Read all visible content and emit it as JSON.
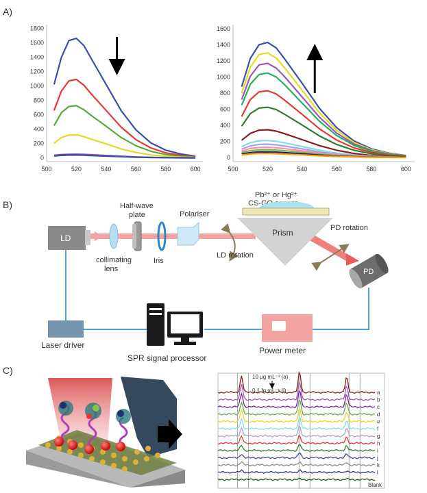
{
  "panels": {
    "a": "A)",
    "b": "B)",
    "c": "C)"
  },
  "chart_data": [
    {
      "type": "line",
      "x": [
        505,
        510,
        515,
        520,
        525,
        530,
        540,
        550,
        560,
        570,
        580,
        590,
        600
      ],
      "xticks": [
        500,
        520,
        540,
        560,
        580,
        600
      ],
      "yticks": [
        0,
        200,
        400,
        600,
        800,
        1000,
        1200,
        1400,
        1600,
        1800
      ],
      "xlim": [
        500,
        605
      ],
      "ylim": [
        -50,
        1850
      ],
      "arrow": "down",
      "series": [
        {
          "color": "#3b4fa6",
          "values": [
            1020,
            1400,
            1630,
            1660,
            1560,
            1380,
            1020,
            660,
            390,
            210,
            110,
            55,
            25
          ]
        },
        {
          "color": "#e53935",
          "values": [
            660,
            930,
            1070,
            1090,
            1010,
            890,
            660,
            430,
            255,
            140,
            72,
            36,
            18
          ]
        },
        {
          "color": "#5aa83c",
          "values": [
            450,
            630,
            715,
            725,
            670,
            590,
            440,
            285,
            170,
            93,
            48,
            24,
            12
          ]
        },
        {
          "color": "#e7d928",
          "values": [
            205,
            285,
            318,
            322,
            298,
            262,
            195,
            127,
            76,
            42,
            22,
            11,
            6
          ]
        },
        {
          "color": "#8e44ad",
          "values": [
            38,
            48,
            52,
            53,
            50,
            45,
            35,
            24,
            15,
            9,
            5,
            3,
            2
          ]
        },
        {
          "color": "#3b4fa6",
          "values": [
            28,
            36,
            40,
            40,
            38,
            34,
            26,
            18,
            11,
            7,
            4,
            2,
            1
          ]
        }
      ]
    },
    {
      "type": "line",
      "x": [
        505,
        510,
        515,
        520,
        525,
        530,
        540,
        550,
        560,
        570,
        580,
        590,
        600
      ],
      "xticks": [
        500,
        520,
        540,
        560,
        580,
        600
      ],
      "yticks": [
        0,
        200,
        400,
        600,
        800,
        1000,
        1200,
        1400,
        1600
      ],
      "xlim": [
        500,
        605
      ],
      "ylim": [
        -50,
        1650
      ],
      "arrow": "up",
      "series": [
        {
          "color": "#3b4fa6",
          "values": [
            880,
            1230,
            1400,
            1430,
            1360,
            1220,
            920,
            610,
            370,
            205,
            108,
            55,
            26
          ]
        },
        {
          "color": "#e7d928",
          "values": [
            800,
            1120,
            1280,
            1300,
            1235,
            1110,
            835,
            555,
            336,
            186,
            98,
            50,
            24
          ]
        },
        {
          "color": "#9b59b6",
          "values": [
            720,
            1010,
            1150,
            1170,
            1110,
            1000,
            750,
            500,
            302,
            168,
            88,
            45,
            22
          ]
        },
        {
          "color": "#27ae60",
          "values": [
            650,
            910,
            1030,
            1050,
            1000,
            900,
            675,
            450,
            272,
            151,
            79,
            41,
            20
          ]
        },
        {
          "color": "#e53935",
          "values": [
            510,
            720,
            815,
            830,
            790,
            710,
            535,
            356,
            215,
            120,
            63,
            32,
            16
          ]
        },
        {
          "color": "#2e7d32",
          "values": [
            390,
            545,
            615,
            625,
            595,
            535,
            403,
            268,
            162,
            90,
            47,
            24,
            12
          ]
        },
        {
          "color": "#8b1a1a",
          "values": [
            215,
            300,
            340,
            345,
            328,
            295,
            222,
            148,
            90,
            50,
            26,
            13,
            7
          ]
        },
        {
          "color": "#80deea",
          "values": [
            135,
            185,
            208,
            212,
            202,
            182,
            137,
            91,
            55,
            31,
            16,
            8,
            4
          ]
        },
        {
          "color": "#b39ddb",
          "values": [
            105,
            145,
            163,
            166,
            158,
            142,
            107,
            71,
            43,
            24,
            13,
            7,
            3
          ]
        },
        {
          "color": "#f48fb1",
          "values": [
            82,
            112,
            126,
            128,
            122,
            110,
            83,
            55,
            34,
            19,
            10,
            5,
            3
          ]
        },
        {
          "color": "#7cb342",
          "values": [
            62,
            85,
            96,
            98,
            93,
            84,
            63,
            42,
            26,
            14,
            8,
            4,
            2
          ]
        },
        {
          "color": "#1a237e",
          "values": [
            45,
            62,
            70,
            71,
            68,
            61,
            46,
            31,
            19,
            11,
            6,
            3,
            2
          ]
        },
        {
          "color": "#ff9800",
          "values": [
            32,
            44,
            50,
            51,
            48,
            43,
            33,
            22,
            14,
            8,
            4,
            2,
            1
          ]
        }
      ]
    },
    {
      "type": "line",
      "x": [
        0,
        1
      ],
      "ylim": [
        0,
        1
      ],
      "peaks": [
        0.15,
        0.52,
        0.82
      ],
      "annotations": {
        "top": "10 μg mL⁻¹ (a)",
        "bottom": "0.1 fg mL⁻¹ (l)"
      },
      "labels": [
        "a",
        "b",
        "c",
        "d",
        "e",
        "f",
        "g",
        "h",
        "i",
        "j",
        "k",
        "l"
      ],
      "blank_label": "Blank",
      "series": [
        {
          "name": "a",
          "color": "#8b1a1a",
          "peak": 1.0
        },
        {
          "name": "b",
          "color": "#9b59b6",
          "peak": 0.92
        },
        {
          "name": "c",
          "color": "#7b1fa2",
          "peak": 0.84
        },
        {
          "name": "d",
          "color": "#6aa84f",
          "peak": 0.75
        },
        {
          "name": "e",
          "color": "#e7d928",
          "peak": 0.66
        },
        {
          "name": "f",
          "color": "#80deea",
          "peak": 0.57
        },
        {
          "name": "g",
          "color": "#b39ddb",
          "peak": 0.49
        },
        {
          "name": "h",
          "color": "#e53935",
          "peak": 0.41
        },
        {
          "name": "i",
          "color": "#2e7d32",
          "peak": 0.33
        },
        {
          "name": "j",
          "color": "#3b4fa6",
          "peak": 0.25
        },
        {
          "name": "k",
          "color": "#8e8e8e",
          "peak": 0.18
        },
        {
          "name": "l",
          "color": "#283593",
          "peak": 0.11
        },
        {
          "name": "Blank",
          "color": "#1b5e20",
          "peak": 0.03
        }
      ]
    }
  ],
  "setup": {
    "ld": "LD",
    "collimating_lens": [
      "collimating",
      "lens"
    ],
    "half_wave_plate": [
      "Half-wave",
      "plate"
    ],
    "iris": "Iris",
    "polariser": "Polariser",
    "sensor": [
      "Pb²⁺ or Hg²⁺",
      "CS-GO sensor"
    ],
    "prism": "Prism",
    "ld_rotation": "LD rotation",
    "pd_rotation": "PD rotation",
    "pd": "PD",
    "laser_driver": "Laser driver",
    "spr_processor": "SPR signal processor",
    "power_meter": "Power meter"
  }
}
